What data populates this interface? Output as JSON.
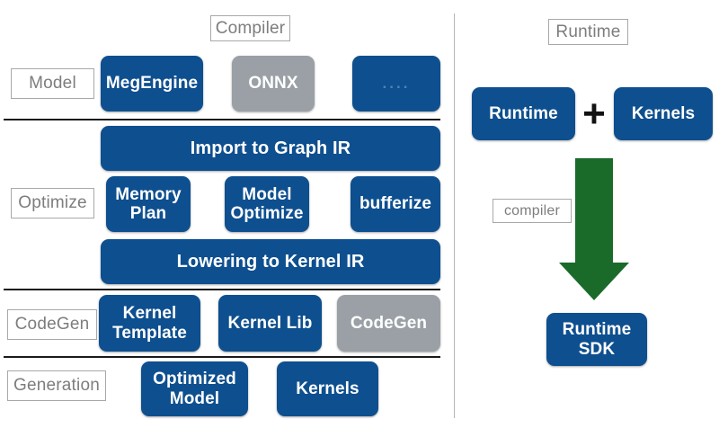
{
  "diagram": {
    "left_panel": {
      "title": "Compiler",
      "rows": [
        {
          "label": "Model",
          "items": [
            "MegEngine",
            "ONNX",
            "...."
          ]
        },
        {
          "label": "",
          "items": [
            "Import to Graph IR"
          ]
        },
        {
          "label": "Optimize",
          "items": [
            "Memory Plan",
            "Model Optimize",
            "bufferize"
          ]
        },
        {
          "label": "",
          "items": [
            "Lowering to Kernel IR"
          ]
        },
        {
          "label": "CodeGen",
          "items": [
            "Kernel Template",
            "Kernel Lib",
            "CodeGen"
          ]
        },
        {
          "label": "Generation",
          "items": [
            "Optimized Model",
            "Kernels"
          ]
        }
      ]
    },
    "right_panel": {
      "title": "Runtime",
      "inputs": [
        "Runtime",
        "Kernels"
      ],
      "operator": "+",
      "arrow_label": "compiler",
      "output": "Runtime SDK"
    },
    "blocks": {
      "megengine": "MegEngine",
      "onnx": "ONNX",
      "ellipsis": "....",
      "import_graph_ir": "Import to Graph IR",
      "memory_plan_line1": "Memory",
      "memory_plan_line2": "Plan",
      "model_optimize_line1": "Model",
      "model_optimize_line2": "Optimize",
      "bufferize": "bufferize",
      "lowering_kernel_ir": "Lowering to Kernel IR",
      "kernel_template_line1": "Kernel",
      "kernel_template_line2": "Template",
      "kernel_lib": "Kernel Lib",
      "codegen": "CodeGen",
      "optimized_model_line1": "Optimized",
      "optimized_model_line2": "Model",
      "kernels": "Kernels",
      "runtime": "Runtime",
      "runtime_kernels": "Kernels",
      "runtime_sdk_line1": "Runtime",
      "runtime_sdk_line2": "SDK"
    },
    "labels": {
      "compiler_title": "Compiler",
      "runtime_title": "Runtime",
      "model": "Model",
      "optimize": "Optimize",
      "codegen": "CodeGen",
      "generation": "Generation",
      "compiler_arrow": "compiler"
    },
    "colors": {
      "blue": "#0e4f8f",
      "gray": "#9aa0a6",
      "green": "#1a6b2a",
      "label_text": "#7d7d7d",
      "rule": "#1a1a1a"
    }
  }
}
